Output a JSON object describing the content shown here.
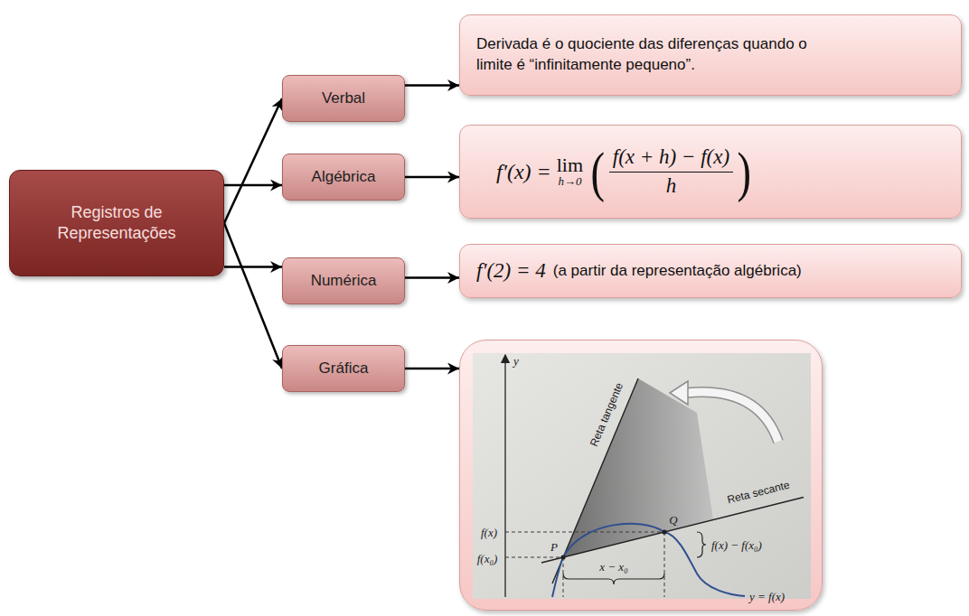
{
  "diagram": {
    "nodes": [
      {
        "text": [
          "Registros de Representações"
        ]
      },
      {
        "text": [
          "Verbal"
        ]
      },
      {
        "text": [
          "Algébrica"
        ]
      },
      {
        "text": [
          "Numérica"
        ]
      },
      {
        "text": [
          "Gráfica"
        ]
      },
      {
        "text": [
          "Derivada é o quociente das diferenças quando o limite é “infinitamente pequeno”."
        ]
      },
      {
        "text": [
          "f′(x) =",
          "lim",
          "h→0",
          "(",
          "f(x + h) − f(x)",
          "h",
          ")"
        ]
      },
      {
        "text": [
          "f′(2) = 4",
          "(a partir da representação algébrica)"
        ]
      },
      {
        "text": [
          "y",
          "Reta tangente",
          "Reta secante",
          "Q",
          "P",
          "f(x)",
          "f(x₀)",
          "f(x) − f(x₀)",
          "x − x₀",
          "y = f(x)"
        ]
      }
    ],
    "edges": [
      {
        "from": 0,
        "to": 1,
        "arrow": "to"
      },
      {
        "from": 0,
        "to": 2,
        "arrow": "to"
      },
      {
        "from": 0,
        "to": 3,
        "arrow": "to"
      },
      {
        "from": 0,
        "to": 4,
        "arrow": "to"
      },
      {
        "from": 1,
        "to": 5,
        "arrow": "to"
      },
      {
        "from": 2,
        "to": 6,
        "arrow": "to"
      },
      {
        "from": 3,
        "to": 7,
        "arrow": "to"
      },
      {
        "from": 4,
        "to": 8,
        "arrow": "to"
      }
    ]
  }
}
